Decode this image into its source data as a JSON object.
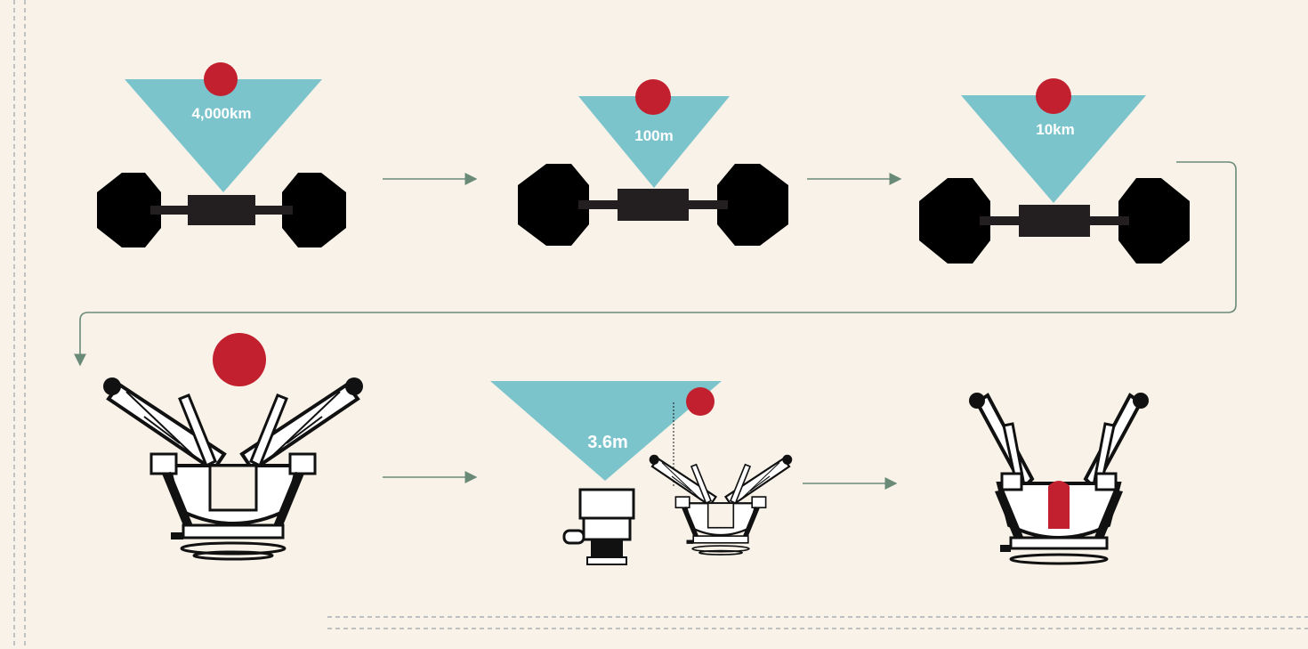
{
  "colors": {
    "background": "#f8f2e8",
    "detection_cone": "#7cc4cc",
    "target": "#c3202f",
    "satellite": "#000000",
    "satellite_bus": "#231f20",
    "arrow": "#6a8a78",
    "dashed_rule": "#9aa4aa",
    "capture_mechanism": "#1a1a1a"
  },
  "steps": [
    {
      "label": "4,000km",
      "icon": "satellite-icon"
    },
    {
      "label": "100m",
      "icon": "satellite-icon"
    },
    {
      "label": "10km",
      "icon": "satellite-icon"
    },
    {
      "label": "",
      "icon": "capture-mechanism-open-icon"
    },
    {
      "label": "3.6m",
      "icon": "capture-mechanism-approach-icon"
    },
    {
      "label": "",
      "icon": "capture-mechanism-closed-icon"
    }
  ]
}
